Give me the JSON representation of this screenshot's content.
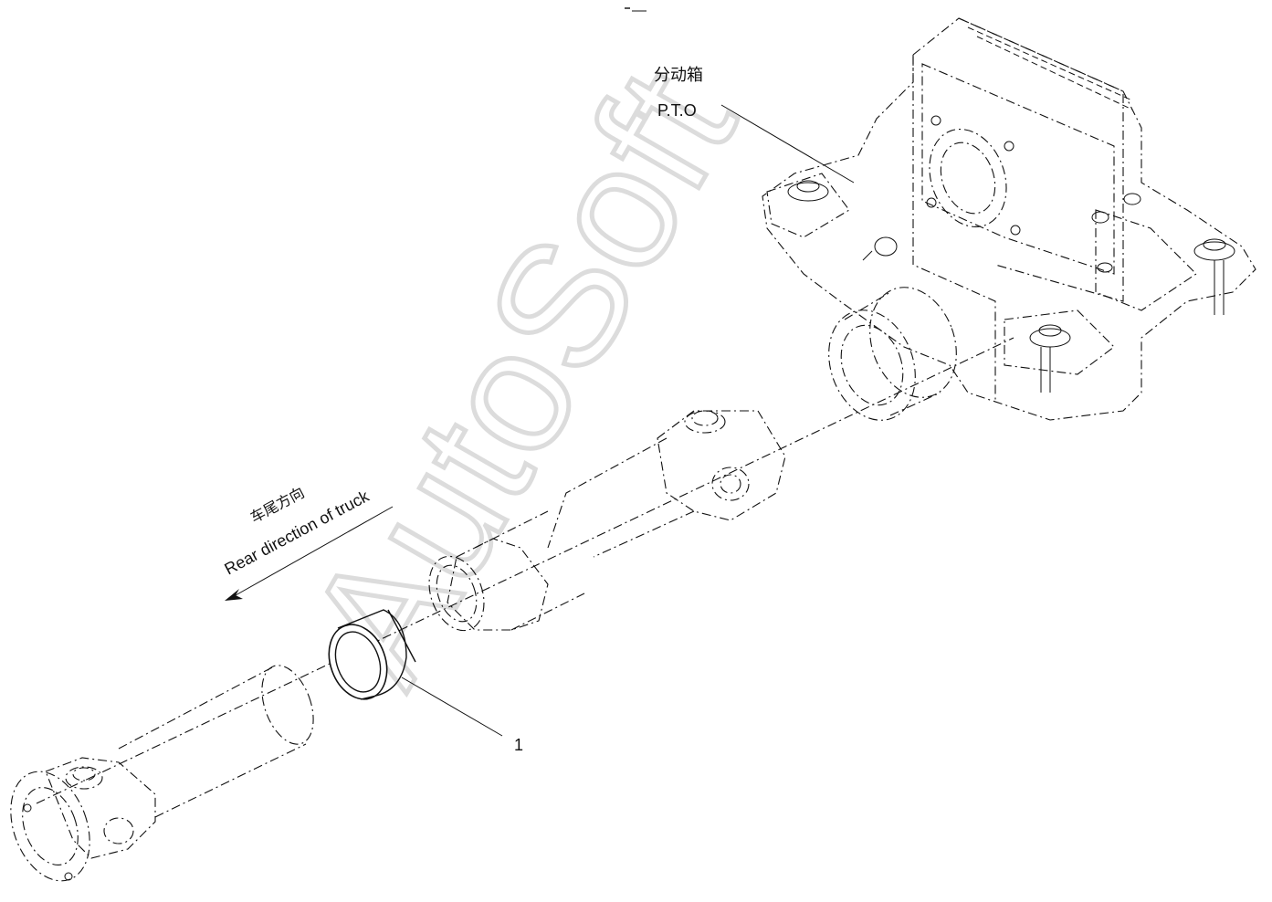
{
  "labels": {
    "pto_cn": "分动箱",
    "pto_en": "P.T.O",
    "rear_cn": "车尾方向",
    "rear_en": "Rear direction of truck",
    "part_number": "1"
  },
  "watermark": "AutoSoft",
  "colors": {
    "line": "#111111",
    "background": "#ffffff",
    "watermark": "#d9d9d9"
  }
}
